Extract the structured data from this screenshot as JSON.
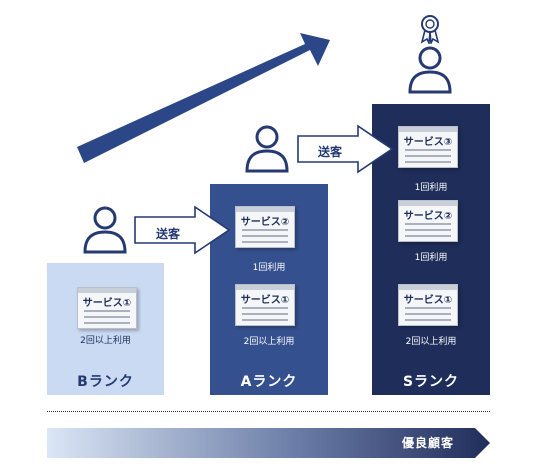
{
  "columns": [
    {
      "id": "b",
      "label": "Bランク",
      "cards": [
        {
          "name": "サービス①",
          "usage": "2回以上利用"
        }
      ]
    },
    {
      "id": "a",
      "label": "Aランク",
      "cards": [
        {
          "name": "サービス②",
          "usage": "1回利用"
        },
        {
          "name": "サービス①",
          "usage": "2回以上利用"
        }
      ]
    },
    {
      "id": "s",
      "label": "Sランク",
      "cards": [
        {
          "name": "サービス③",
          "usage": "1回利用"
        },
        {
          "name": "サービス②",
          "usage": "1回利用"
        },
        {
          "name": "サービス①",
          "usage": "2回以上利用"
        }
      ]
    }
  ],
  "transfer_label": "送客",
  "bottom_label": "優良顧客",
  "colors": {
    "b": "#c9daf2",
    "a": "#34508f",
    "s": "#1f2d5a",
    "icon": "#253a72"
  },
  "icons": [
    "person-icon",
    "medal-icon",
    "growth-arrow-icon",
    "transfer-arrow-icon"
  ]
}
